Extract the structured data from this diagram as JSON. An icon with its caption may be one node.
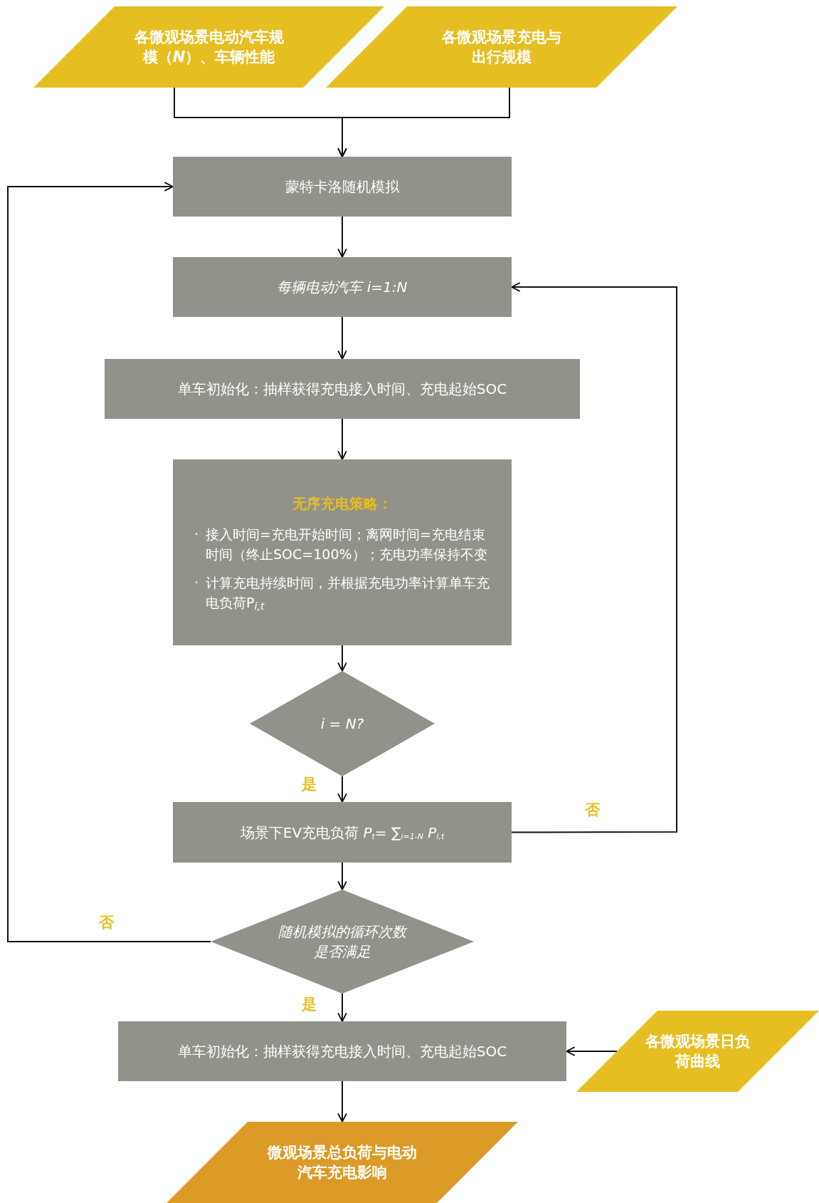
{
  "diagram": {
    "nodes": [
      {
        "text": [
          "各微观场景电动汽车规模（*N*）、车辆性能"
        ]
      },
      {
        "text": [
          "各微观场景充电与出行规模"
        ]
      },
      {
        "text": [
          "蒙特卡洛随机模拟"
        ]
      },
      {
        "text": [
          "每辆电动汽车 i=1:N"
        ]
      },
      {
        "text": [
          "单车初始化：抽样获得充电接入时间、充电起始SOC"
        ]
      },
      {
        "text": [
          "无序充电策略：",
          "·",
          "接入时间=充电开始时间；离网时间=充电结束时间（终止SOC=100%）；充电功率保持不变",
          "·",
          "计算充电持续时间，并根据充电功率计算单车充电负荷P$_{i,t}$"
        ]
      },
      {
        "text": [
          "i = N?"
        ]
      },
      {
        "text": [
          "场景下EV充电负荷 *P*$_{t}$= ∑$_{i=1-N}$ *P*$_{i,t}$"
        ]
      },
      {
        "text": [
          "随机模拟的循环次数是否满足"
        ]
      },
      {
        "text": [
          "单车初始化：抽样获得充电接入时间、充电起始SOC"
        ]
      },
      {
        "text": [
          "各微观场景日负荷曲线"
        ]
      },
      {
        "text": [
          "微观场景总负荷与电动汽车充电影响"
        ]
      }
    ],
    "edges": [
      {
        "from": 0,
        "to": 2,
        "arrow": "to"
      },
      {
        "from": 1,
        "to": 2,
        "arrow": "to"
      },
      {
        "from": 2,
        "to": 3,
        "arrow": "to"
      },
      {
        "from": 3,
        "to": 4,
        "arrow": "to"
      },
      {
        "from": 4,
        "to": 5,
        "arrow": "to"
      },
      {
        "from": 5,
        "to": 6,
        "arrow": "to"
      },
      {
        "from": 6,
        "to": 7,
        "arrow": "to",
        "label": "是"
      },
      {
        "from": 7,
        "to": 3,
        "arrow": "to",
        "label": "否"
      },
      {
        "from": 7,
        "to": 8,
        "arrow": "to"
      },
      {
        "from": 8,
        "to": 2,
        "arrow": "to",
        "label": "否"
      },
      {
        "from": 8,
        "to": 9,
        "arrow": "to",
        "label": "是"
      },
      {
        "from": 10,
        "to": 9,
        "arrow": "to"
      },
      {
        "from": 9,
        "to": 11,
        "arrow": "to"
      }
    ]
  }
}
